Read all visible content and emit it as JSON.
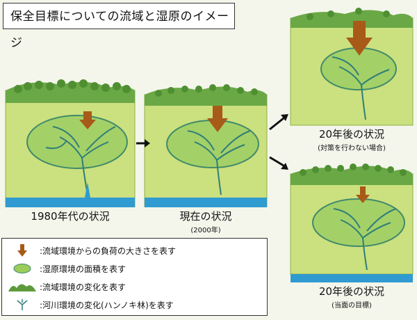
{
  "title": "保全目標についての流域と湿原のイメージ",
  "panels": [
    {
      "id": "p1980",
      "caption": "1980年代の状況",
      "subcaption": ""
    },
    {
      "id": "pnow",
      "caption": "現在の状況",
      "subcaption": "(2000年)"
    },
    {
      "id": "p20a",
      "caption": "20年後の状況",
      "subcaption": "(対策を行わない場合)"
    },
    {
      "id": "p20b",
      "caption": "20年後の状況",
      "subcaption": "(当面の目標)"
    }
  ],
  "legend": [
    {
      "icon": "brown-arrow-icon",
      "text": ":流域環境からの負荷の大きさを表す"
    },
    {
      "icon": "green-ellipse-icon",
      "text": ":湿原環境の面積を表す"
    },
    {
      "icon": "forest-hills-icon",
      "text": ":流域環境の変化を表す"
    },
    {
      "icon": "alder-tree-icon",
      "text": ":河川環境の変化(ハンノキ林)を表す"
    }
  ],
  "colors": {
    "background": "#f4f6ec",
    "land": "#c8dc7a",
    "land_side": "#d4e68c",
    "forest": "#5e9a3c",
    "wetland": "#9ccc5c",
    "river": "#2f9bd0",
    "load_arrow": "#a85a18"
  }
}
